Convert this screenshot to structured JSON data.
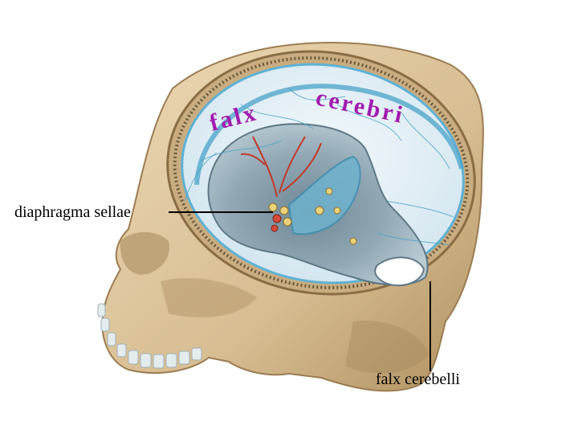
{
  "labels": {
    "falx": "falx",
    "cerebri": "cerebri",
    "diaphragma_sellae": "diaphragma sellae",
    "falx_cerebelli": "falx cerebelli"
  },
  "colors": {
    "label_magenta": "#a21caf",
    "label_black": "#000000",
    "bone": "#d9c29c",
    "bone_shadow": "#b89a6c",
    "dura": "#cfe3ee",
    "dura_vessels": "#4aa3c8",
    "cavity_gray": "#8fa7b4",
    "artery_red": "#c0392b",
    "teeth": "#e4ecee"
  }
}
